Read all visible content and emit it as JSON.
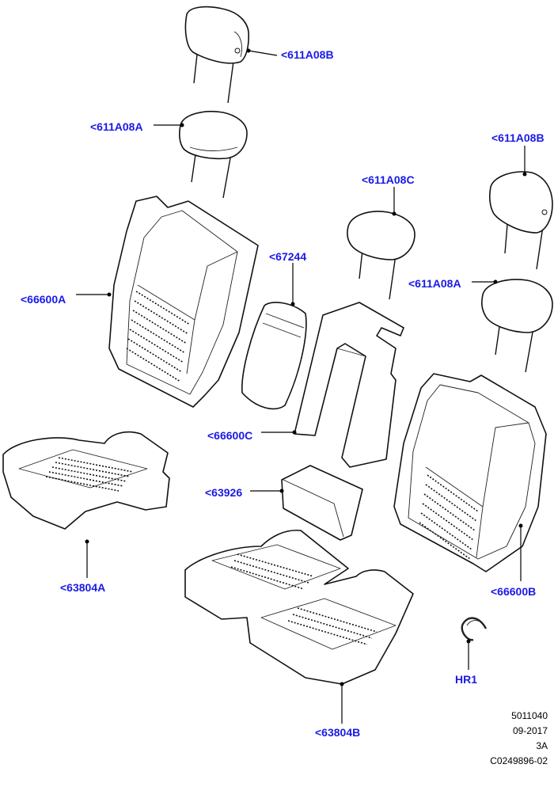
{
  "callouts": {
    "c1": "<611A08B",
    "c2": "<611A08A",
    "c3": "<611A08B",
    "c4": "<611A08C",
    "c5": "<67244",
    "c6": "<66600A",
    "c7": "<611A08A",
    "c8": "<66600C",
    "c9": "<63926",
    "c10": "<63804A",
    "c11": "<66600B",
    "c12": "HR1",
    "c13": "<63804B"
  },
  "reference": {
    "line1": "5011040",
    "line2": "09-2017",
    "line3": "3A",
    "line4": "C0249896-02"
  },
  "colors": {
    "callout_text": "#1a1ae6",
    "line_art": "#111111",
    "background": "#ffffff"
  }
}
